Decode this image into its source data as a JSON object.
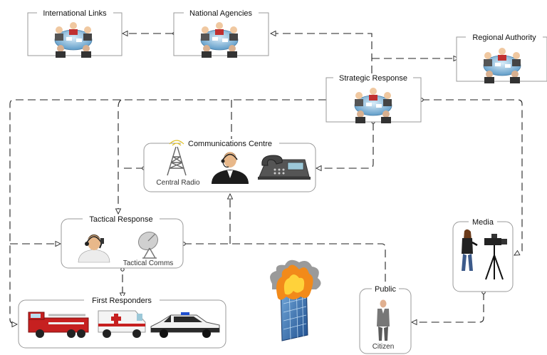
{
  "nodes": {
    "international_links": {
      "title": "International Links",
      "icon": "meeting-table-icon"
    },
    "national_agencies": {
      "title": "National Agencies",
      "icon": "meeting-table-icon"
    },
    "regional_authority": {
      "title": "Regional Authority",
      "icon": "meeting-table-icon"
    },
    "strategic_response": {
      "title": "Strategic Response",
      "icon": "meeting-table-icon"
    },
    "communications_centre": {
      "title": "Communications Centre",
      "central_radio_label": "Central Radio",
      "icons": [
        "radio-tower-icon",
        "operator-headset-icon",
        "desk-phone-icon"
      ]
    },
    "tactical_response": {
      "title": "Tactical Response",
      "tactical_comms_label": "Tactical Comms",
      "icons": [
        "operator-headset-icon",
        "satellite-dish-icon"
      ]
    },
    "media": {
      "title": "Media",
      "icons": [
        "reporter-icon",
        "video-camera-icon"
      ]
    },
    "public": {
      "title": "Public",
      "citizen_label": "Citizen",
      "icon": "citizen-icon"
    },
    "first_responders": {
      "title": "First Responders",
      "icons": [
        "fire-engine-icon",
        "ambulance-icon",
        "police-car-icon"
      ]
    },
    "incident": {
      "icon": "burning-building-icon"
    }
  },
  "colors": {
    "line": "#222222",
    "box_border": "#9a9a9a",
    "table": "#7fb3d8",
    "fire": "#f28a1a",
    "fire_engine": "#c62020"
  }
}
